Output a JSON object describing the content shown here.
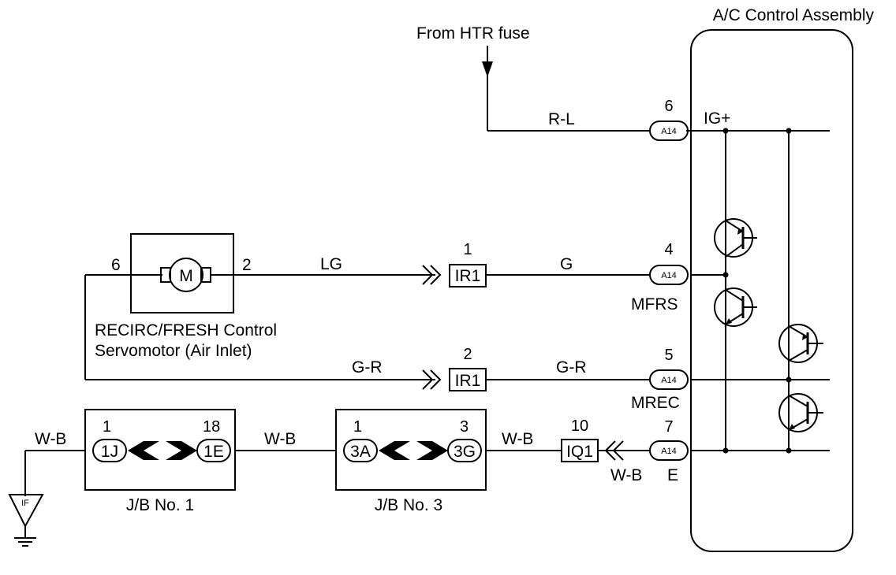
{
  "title": "A/C Control Assembly",
  "source": "From HTR fuse",
  "servomotor": {
    "label_line1": "RECIRC/FRESH Control",
    "label_line2": "Servomotor (Air Inlet)",
    "symbol": "M",
    "pin_left": "6",
    "pin_right": "2"
  },
  "wires": {
    "rl": "R-L",
    "lg": "LG",
    "g": "G",
    "gr_left": "G-R",
    "gr_right": "G-R",
    "wb_ground": "W-B",
    "wb_mid": "W-B",
    "wb_right": "W-B",
    "wb_lower": "W-B"
  },
  "connectors": {
    "a14_label": "A14",
    "a14_pin_ig": "6",
    "a14_pin_mfrs": "4",
    "a14_pin_mrec": "5",
    "a14_pin_e": "7",
    "ir1_top_pin": "1",
    "ir1_top_label": "IR1",
    "ir1_bot_pin": "2",
    "ir1_bot_label": "IR1",
    "iq1_pin": "10",
    "iq1_label": "IQ1"
  },
  "terminals": {
    "ig": "IG+",
    "mfrs": "MFRS",
    "mrec": "MREC",
    "e": "E"
  },
  "jb1": {
    "name": "J/B No. 1",
    "pin_left": "1",
    "label_left": "1J",
    "pin_right": "18",
    "label_right": "1E"
  },
  "jb3": {
    "name": "J/B No. 3",
    "pin_left": "1",
    "label_left": "3A",
    "pin_right": "3",
    "label_right": "3G"
  },
  "ground": {
    "label": "IF"
  }
}
